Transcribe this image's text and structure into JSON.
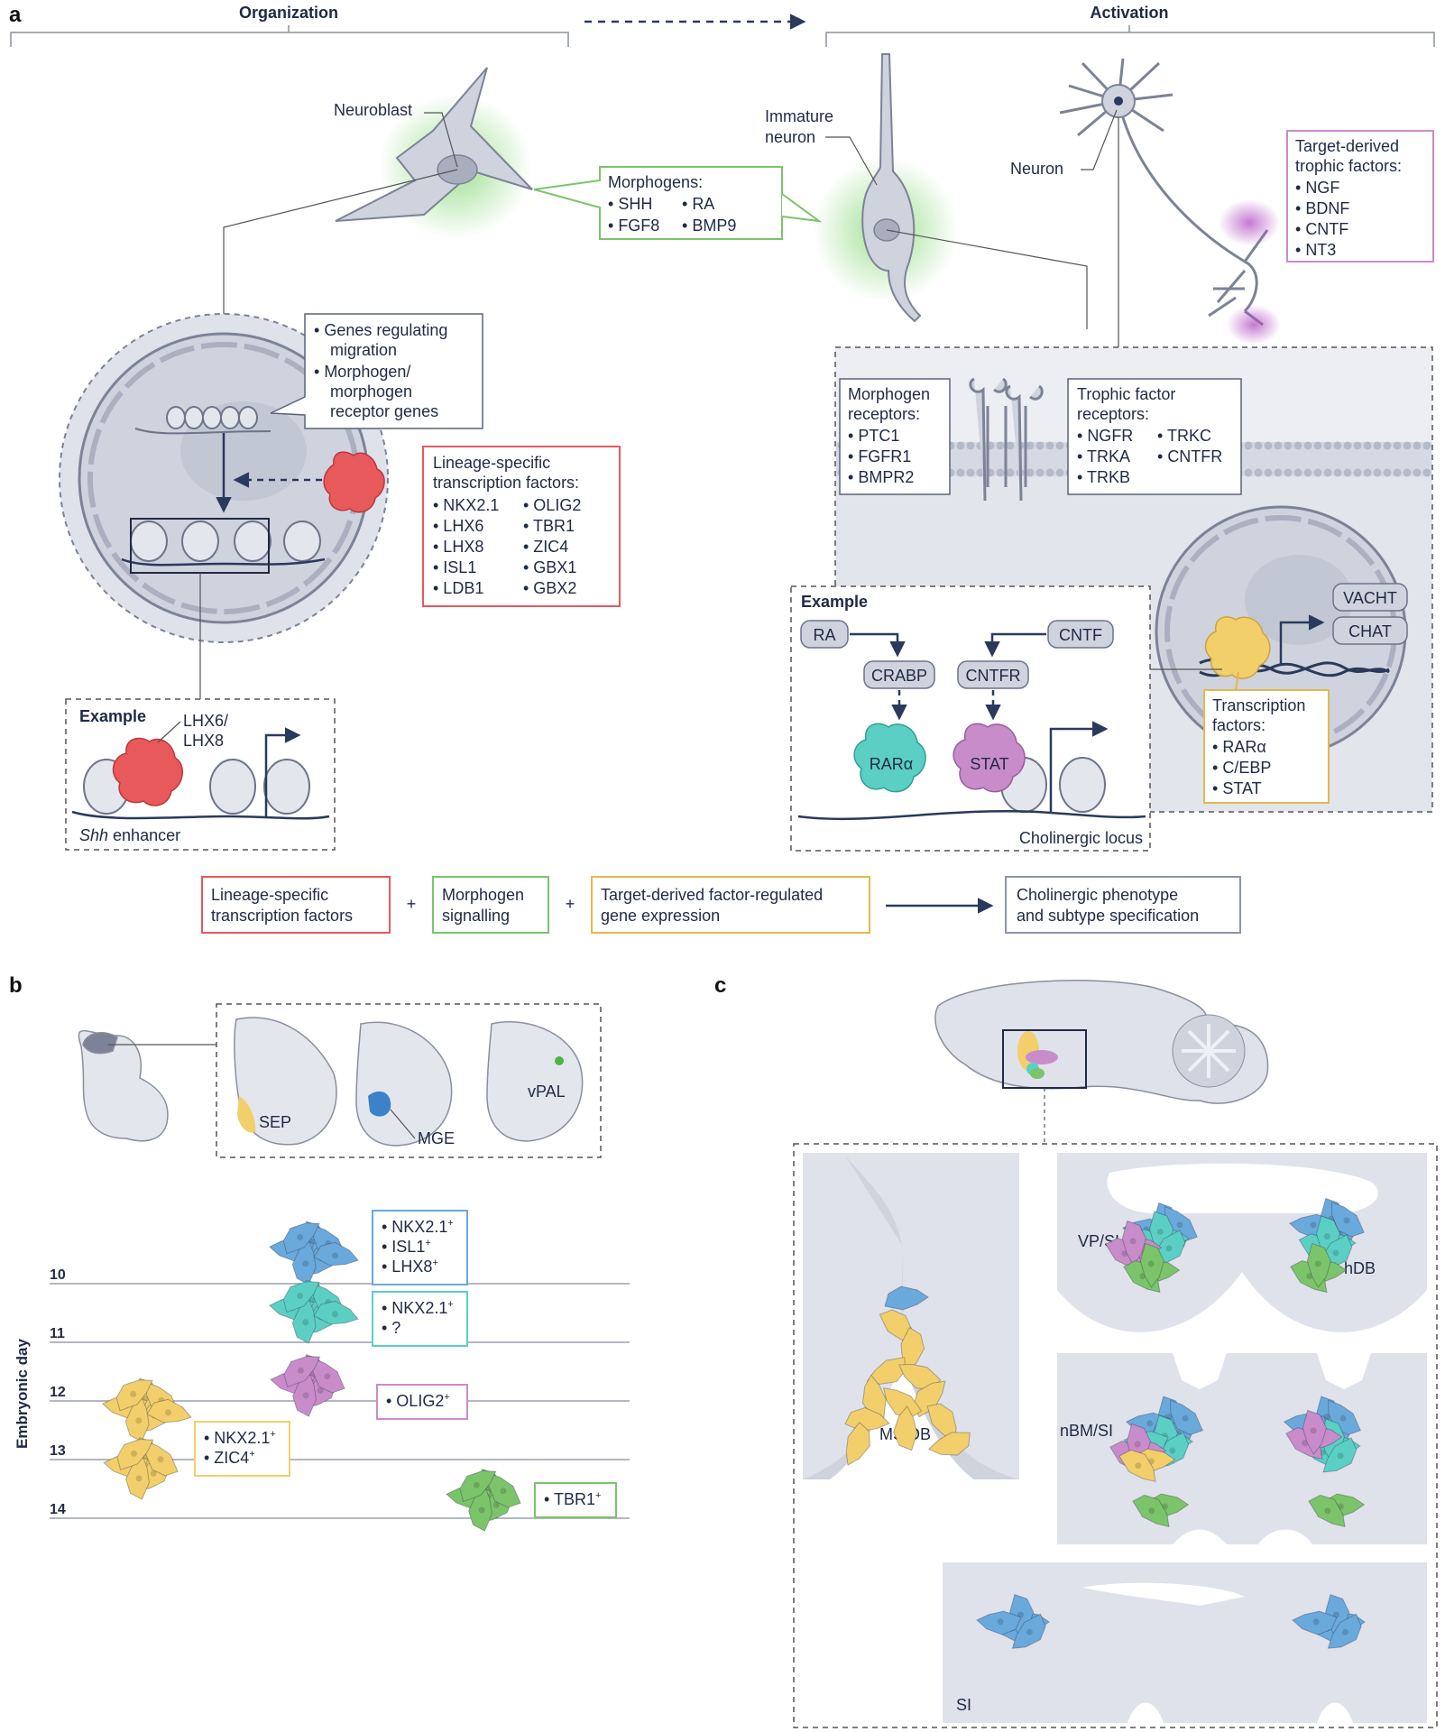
{
  "panel_a": {
    "letter": "a",
    "organization": "Organization",
    "activation": "Activation",
    "neuroblast": "Neuroblast",
    "immature_neuron": [
      "Immature",
      "neuron"
    ],
    "neuron": "Neuron",
    "morphogens": {
      "title": "Morphogens:",
      "items": [
        "SHH",
        "RA",
        "FGF8",
        "BMP9"
      ]
    },
    "genes_box": [
      "Genes regulating",
      "migration",
      "Morphogen/",
      "morphogen",
      "receptor genes"
    ],
    "lineage_box": {
      "title": [
        "Lineage-specific",
        "transcription factors:"
      ],
      "col1": [
        "NKX2.1",
        "LHX6",
        "LHX8",
        "ISL1",
        "LDB1"
      ],
      "col2": [
        "OLIG2",
        "TBR1",
        "ZIC4",
        "GBX1",
        "GBX2"
      ]
    },
    "trophic_box": {
      "title": [
        "Target-derived",
        "trophic factors:"
      ],
      "items": [
        "NGF",
        "BDNF",
        "CNTF",
        "NT3"
      ]
    },
    "morphogen_receptors": {
      "title": [
        "Morphogen",
        "receptors:"
      ],
      "items": [
        "PTC1",
        "FGFR1",
        "BMPR2"
      ]
    },
    "trophic_receptors": {
      "title": [
        "Trophic factor",
        "receptors:"
      ],
      "col1": [
        "NGFR",
        "TRKA",
        "TRKB"
      ],
      "col2": [
        "TRKC",
        "CNTFR"
      ]
    },
    "example_left": {
      "title": "Example",
      "factor": [
        "LHX6/",
        "LHX8"
      ],
      "enhancer_italic": "Shh",
      "enhancer_rest": " enhancer"
    },
    "example_right": {
      "title": "Example",
      "ra": "RA",
      "cntf": "CNTF",
      "crabp": "CRABP",
      "cntfr": "CNTFR",
      "rara": "RARα",
      "stat": "STAT",
      "locus": "Cholinergic locus"
    },
    "vacht": "VACHT",
    "chat": "CHAT",
    "tf_box": {
      "title": [
        "Transcription",
        "factors:"
      ],
      "items": [
        "RARα",
        "C/EBP",
        "STAT"
      ]
    },
    "equation": {
      "lineage": [
        "Lineage-specific",
        "transcription factors"
      ],
      "morphogen": [
        "Morphogen",
        "signalling"
      ],
      "target": [
        "Target-derived factor-regulated",
        "gene expression"
      ],
      "result": [
        "Cholinergic phenotype",
        "and subtype specification"
      ],
      "plus": "+"
    }
  },
  "panel_b": {
    "letter": "b",
    "regions": [
      "SEP",
      "MGE",
      "vPAL"
    ],
    "y_label": "Embryonic day",
    "days": [
      "10",
      "11",
      "12",
      "13",
      "14"
    ],
    "boxes": [
      {
        "items": [
          "NKX2.1",
          "ISL1",
          "LHX8"
        ],
        "sup": "+"
      },
      {
        "items": [
          "NKX2.1",
          "?"
        ],
        "sup": "+"
      },
      {
        "items": [
          "OLIG2"
        ],
        "sup": "+"
      },
      {
        "items": [
          "NKX2.1",
          "ZIC4"
        ],
        "sup": "+"
      },
      {
        "items": [
          "TBR1"
        ],
        "sup": "+"
      }
    ]
  },
  "panel_c": {
    "letter": "c",
    "regions": [
      "MS/DB",
      "VP/SI",
      "hDB",
      "nBM/SI",
      "SI"
    ]
  },
  "colors": {
    "red": "#e8595c",
    "green": "#7cc46a",
    "yellow": "#f2cf6b",
    "purple": "#c98ccb",
    "blue": "#6aa9dc",
    "teal": "#5ccfc4",
    "navy": "#2a3a5c",
    "grey": "#cfd3de"
  }
}
